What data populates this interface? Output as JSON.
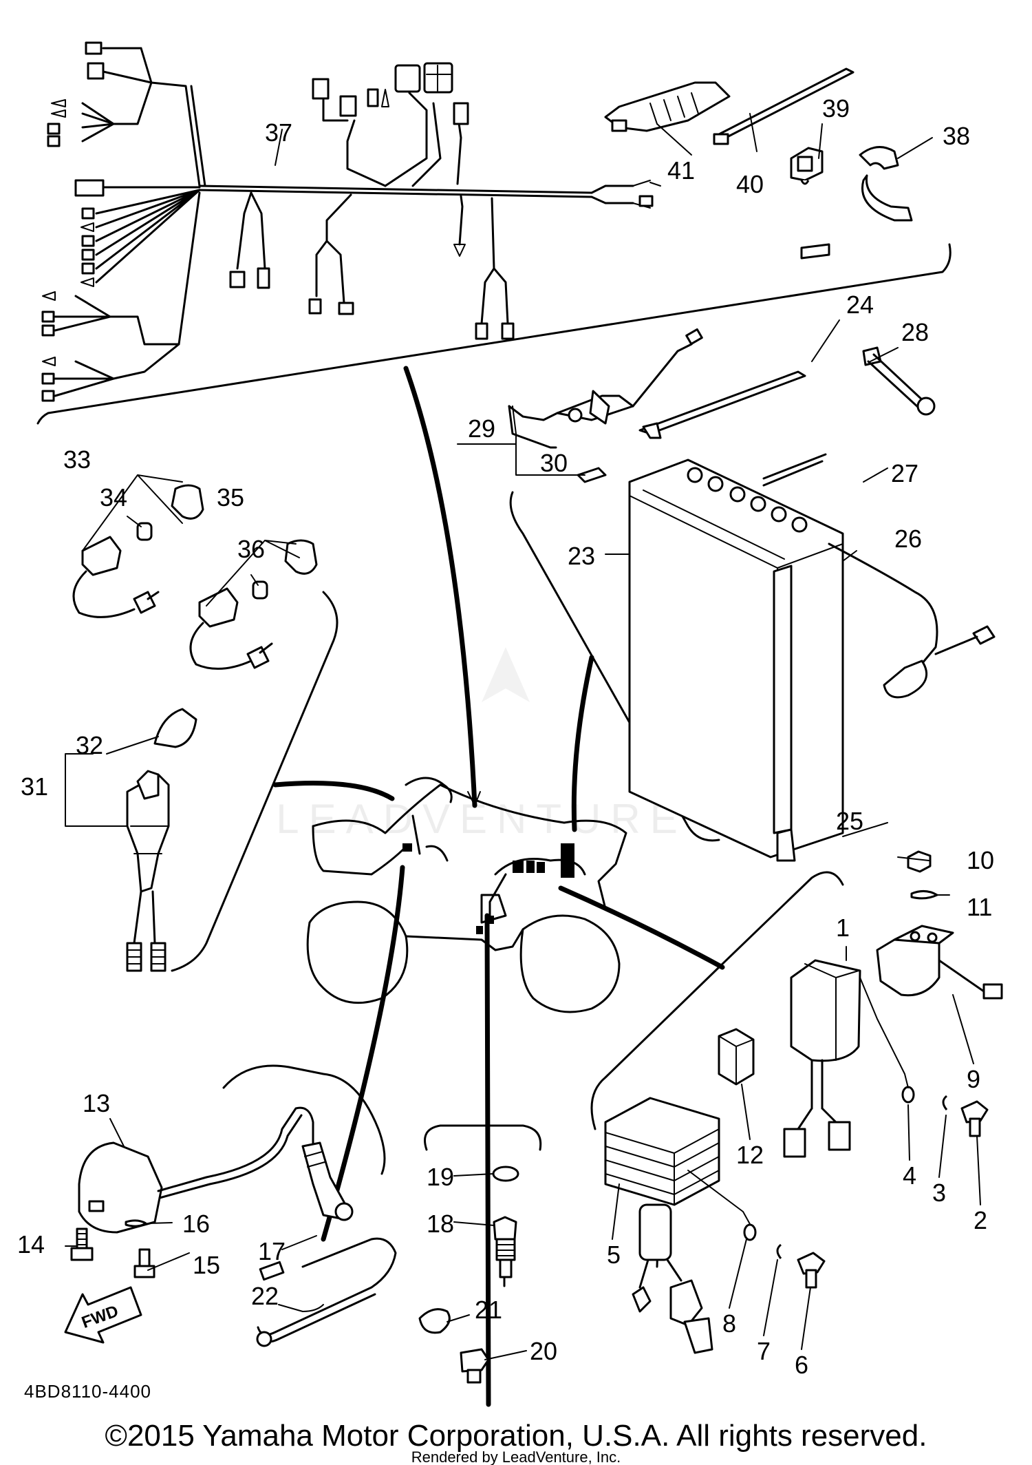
{
  "diagram": {
    "part_callouts": [
      "1",
      "2",
      "3",
      "4",
      "5",
      "6",
      "7",
      "8",
      "9",
      "10",
      "11",
      "12",
      "13",
      "14",
      "15",
      "16",
      "17",
      "18",
      "19",
      "20",
      "21",
      "22",
      "23",
      "24",
      "25",
      "26",
      "27",
      "28",
      "29",
      "30",
      "31",
      "32",
      "33",
      "34",
      "35",
      "36",
      "37",
      "38",
      "39",
      "40",
      "41"
    ],
    "direction_label": "FWD",
    "drawing_code": "4BD8110-4400"
  },
  "footer": {
    "copyright": "©2015 Yamaha Motor Corporation, U.S.A. All rights reserved.",
    "rendered_by": "Rendered by LeadVenture, Inc."
  },
  "watermark": {
    "text": "LEADVENTURE",
    "color": "#d9d9d9"
  }
}
